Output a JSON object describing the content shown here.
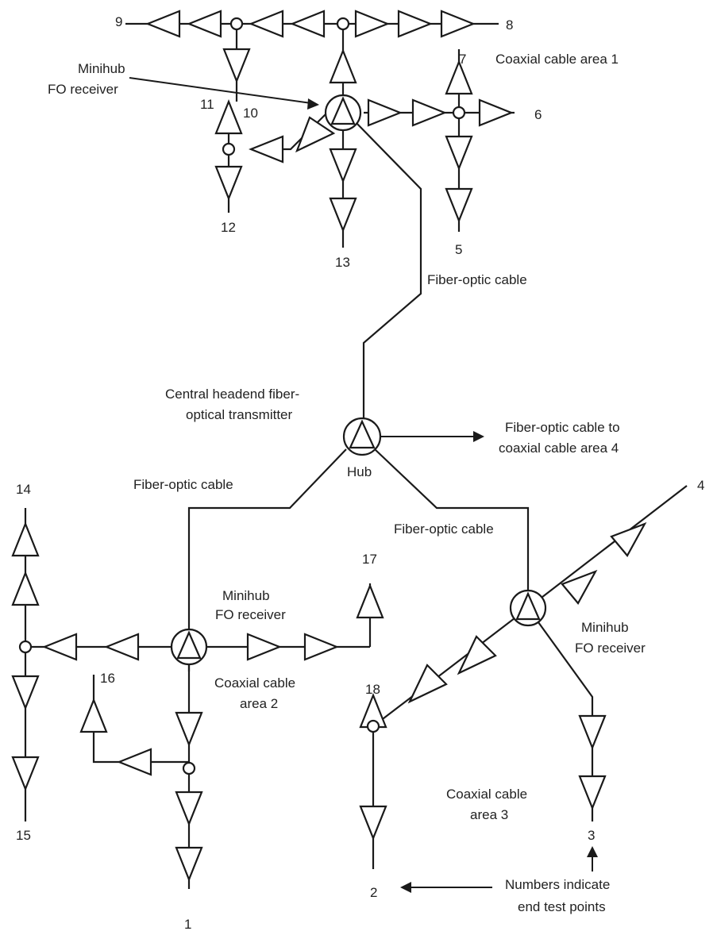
{
  "labels": {
    "coax_area_1": "Coaxial cable area 1",
    "coax_area_2_line1": "Coaxial cable",
    "coax_area_2_line2": "area 2",
    "coax_area_3_line1": "Coaxial cable",
    "coax_area_3_line2": "area 3",
    "minihub_top_line1": "Minihub",
    "minihub_top_line2": "FO receiver",
    "minihub_left_line1": "Minihub",
    "minihub_left_line2": "FO receiver",
    "minihub_right_line1": "Minihub",
    "minihub_right_line2": "FO receiver",
    "fiber_top": "Fiber-optic cable",
    "fiber_left": "Fiber-optic cable",
    "fiber_right": "Fiber-optic cable",
    "headend_line1": "Central headend fiber-",
    "headend_line2": "optical transmitter",
    "hub": "Hub",
    "fiber_to_area4_line1": "Fiber-optic cable to",
    "fiber_to_area4_line2": "coaxial cable area 4",
    "note_line1": "Numbers indicate",
    "note_line2": "end test points"
  },
  "test_points": [
    "1",
    "2",
    "3",
    "4",
    "5",
    "6",
    "7",
    "8",
    "9",
    "10",
    "11",
    "12",
    "13",
    "14",
    "15",
    "16",
    "17",
    "18"
  ]
}
